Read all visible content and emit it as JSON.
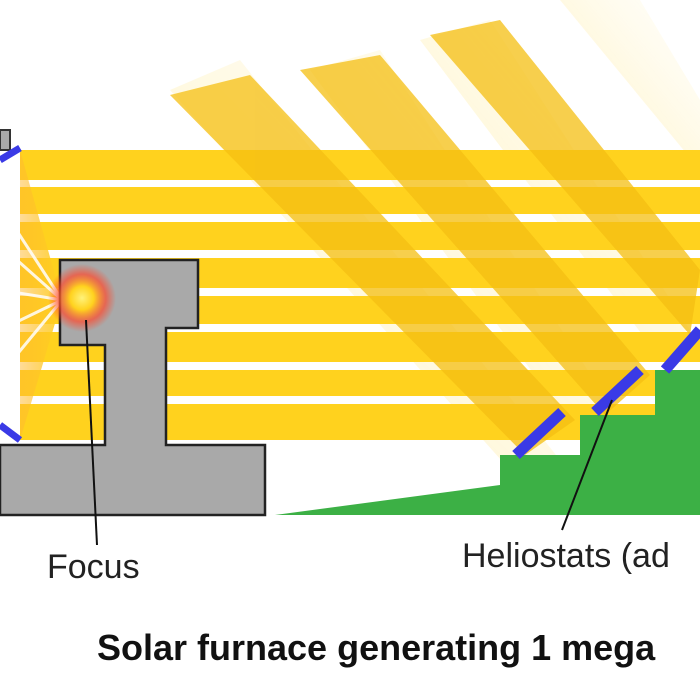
{
  "labels": {
    "focus": "Focus",
    "heliostats": "Heliostats (ad",
    "title": "Solar furnace generating 1 mega"
  },
  "colors": {
    "beam": "#ffd21e",
    "beam_faint": "#ffe680",
    "building": "#a9a9a9",
    "outline": "#333333",
    "hill": "#3cb045",
    "mirror": "#3a3ae6",
    "focus_core": "#ffe640",
    "focus_glow": "#ff3a2a"
  },
  "icons": {
    "mirror": "heliostat-mirror-icon",
    "sun": "focus-glow-icon"
  }
}
